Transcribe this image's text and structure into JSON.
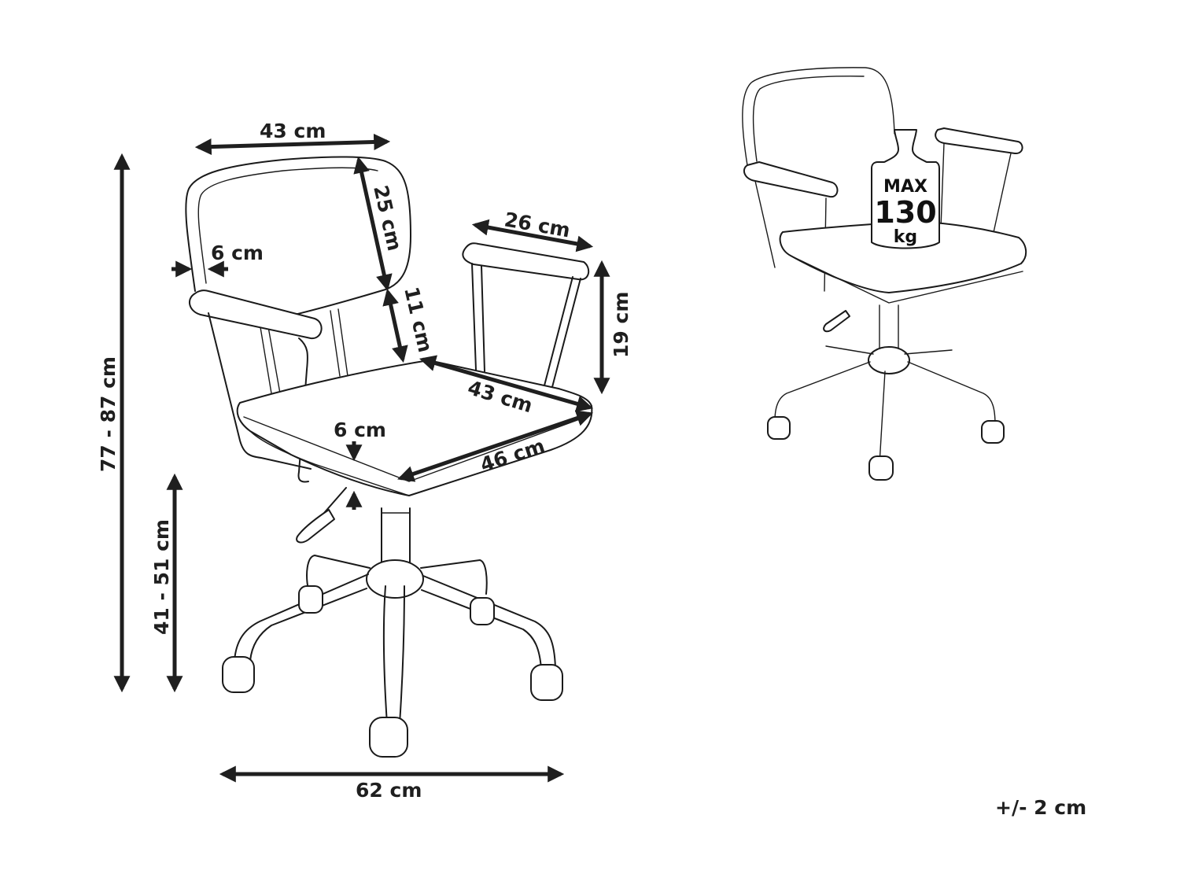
{
  "diagram": {
    "subject": "Office swivel chair with armrests — dimensions",
    "colors": {
      "line": "#1a1a1a",
      "background": "#ffffff",
      "text": "#1f1f1f"
    }
  },
  "dimensions": {
    "backrest_width": "43 cm",
    "backrest_height": "25 cm",
    "backrest_thickness": "6 cm",
    "armrest_length": "26 cm",
    "armrest_height": "19 cm",
    "gap_back_to_seat": "11 cm",
    "seat_depth": "43 cm",
    "seat_width": "46 cm",
    "seat_thickness": "6 cm",
    "total_height": "77 - 87 cm",
    "seat_height": "41 - 51 cm",
    "base_width": "62 cm"
  },
  "weight_badge": {
    "line1": "MAX",
    "line2": "130",
    "line3": "kg"
  },
  "tolerance": "+/- 2 cm"
}
